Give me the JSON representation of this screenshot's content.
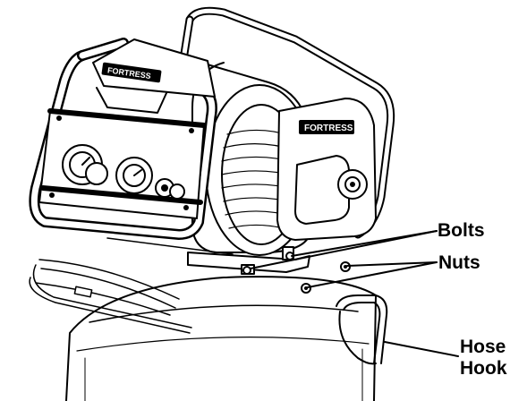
{
  "labels": {
    "bolts": "Bolts",
    "nuts": "Nuts",
    "hose_line1": "Hose",
    "hose_line2": "Hook"
  },
  "brand_text": "FORTRESS",
  "colors": {
    "ink": "#000000",
    "paper": "#ffffff",
    "shade": "#d9d9d9"
  }
}
